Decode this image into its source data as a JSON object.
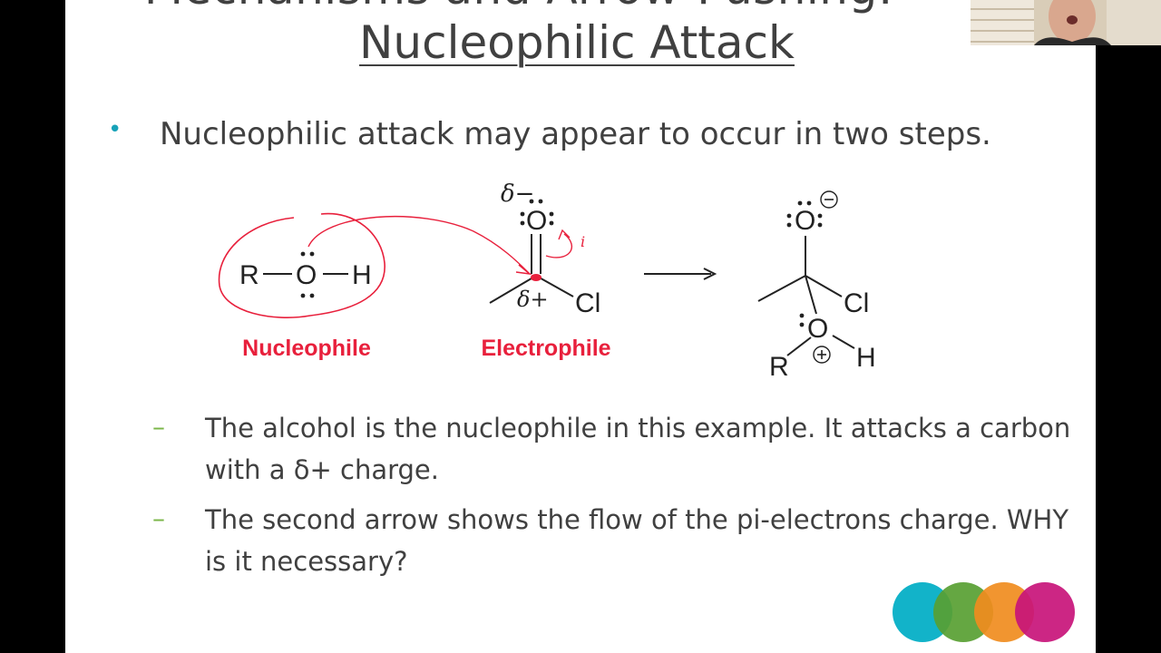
{
  "slide": {
    "cut_title": "Mechanisms and Arrow-Pushing:",
    "title": "Nucleophilic Attack",
    "bullet": "Nucleophilic attack may appear to occur in two steps.",
    "sub_bullets": [
      "The alcohol is the nucleophile in this example. It attacks a carbon with a δ+ charge.",
      "The second arrow shows the flow of the pi-electrons charge. WHY is it necessary?"
    ]
  },
  "diagram": {
    "nucleophile": {
      "r": "R",
      "o": "O",
      "h": "H",
      "label": "Nucleophile"
    },
    "electrophile": {
      "o": "O",
      "cl": "Cl",
      "label": "Electrophile",
      "delta_minus": "δ−",
      "delta_plus": "δ+"
    },
    "product": {
      "o_top": "O",
      "cl": "Cl",
      "o_mid": "O",
      "r": "R",
      "h": "H"
    },
    "annotation_mark": "i"
  },
  "colors": {
    "label_red": "#e8203c",
    "ink_red": "#e8203c",
    "bullet_teal": "#17a2b8",
    "dash_green": "#7ab648",
    "logo": [
      "#12b3c9",
      "#58a032",
      "#f08c1e",
      "#c8137a"
    ]
  }
}
